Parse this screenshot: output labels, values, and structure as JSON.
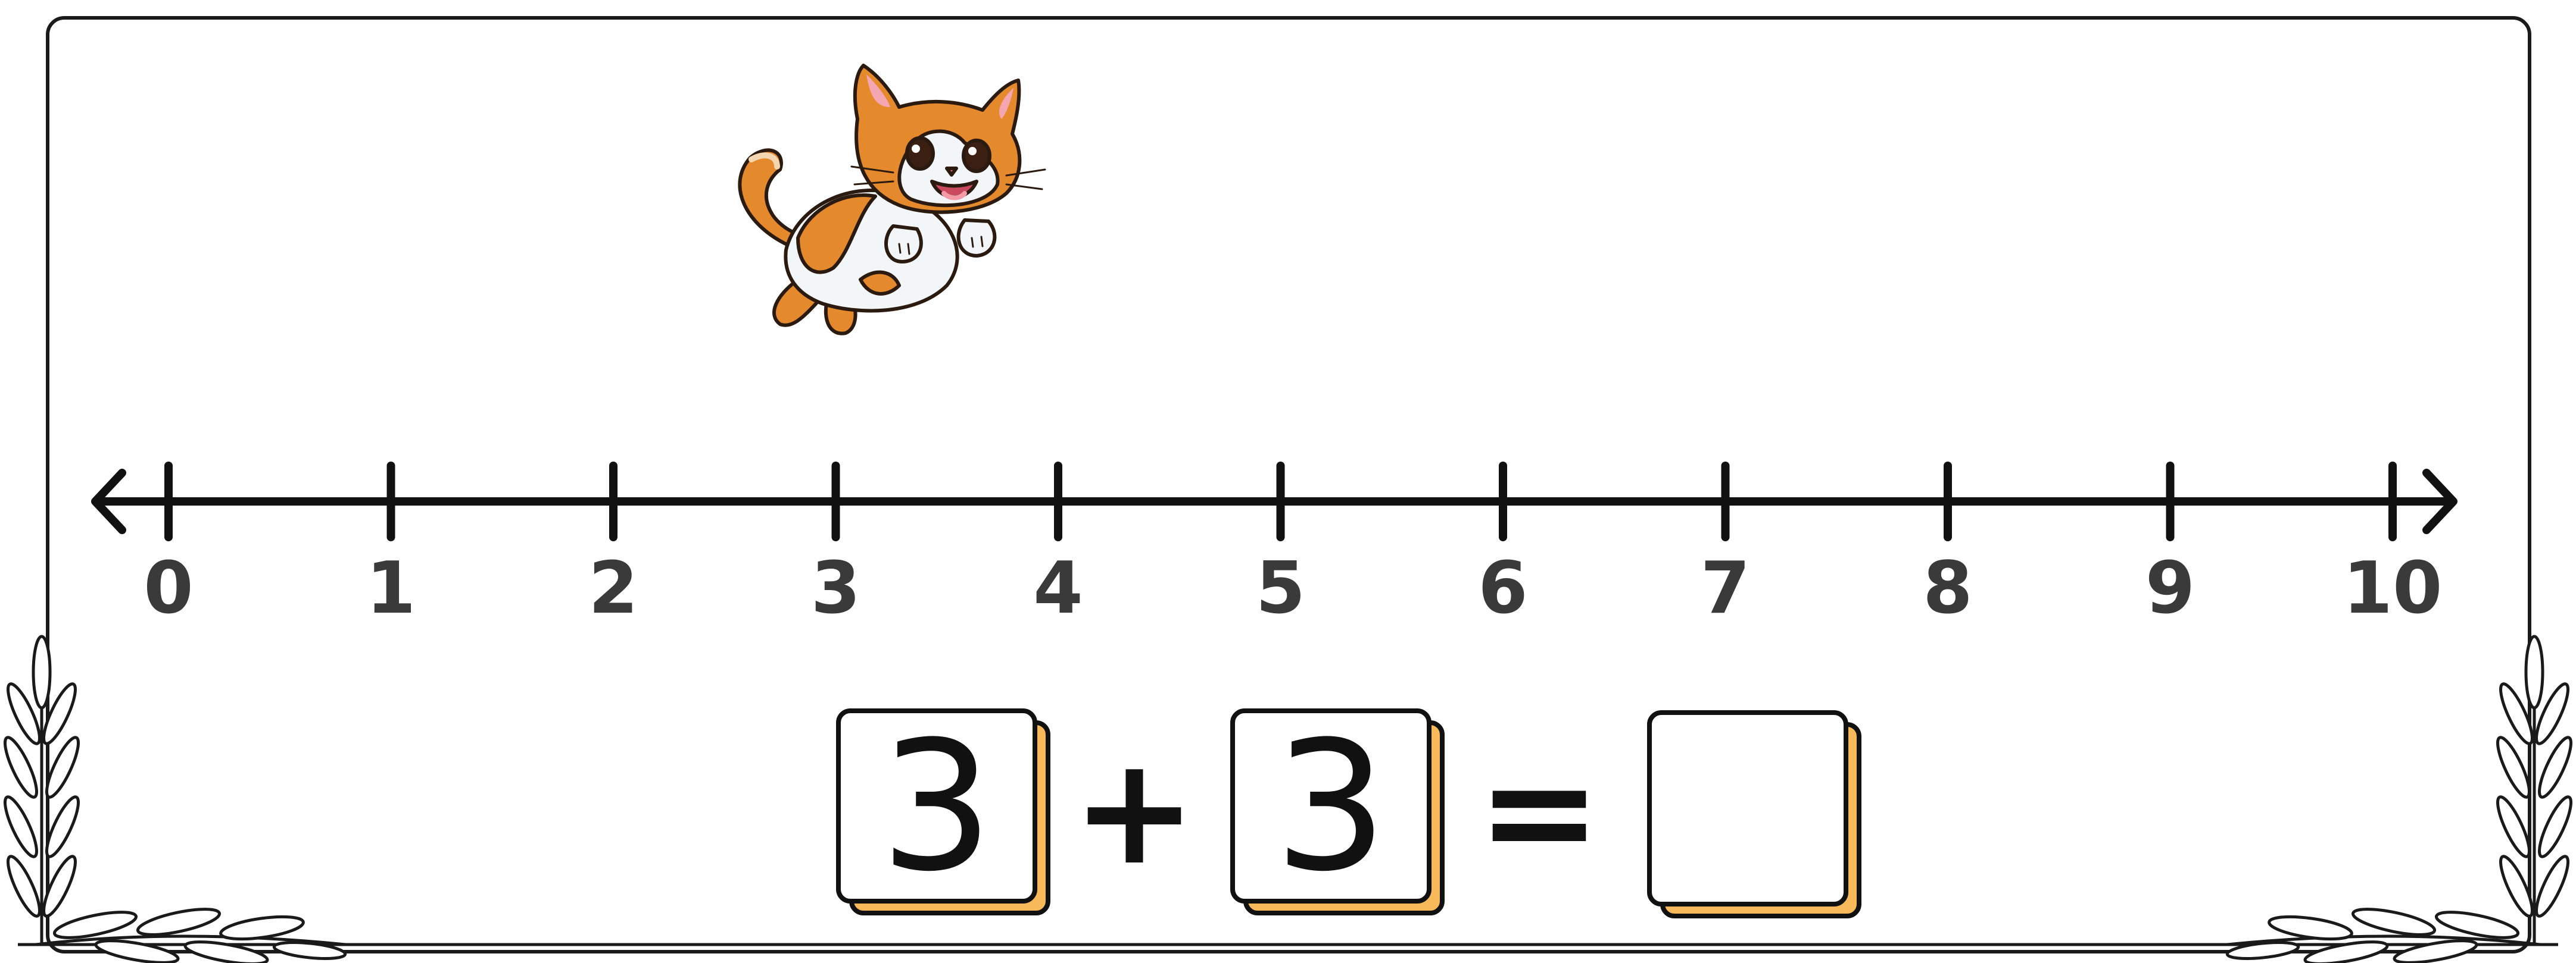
{
  "number_line": {
    "min": 0,
    "max": 10,
    "tick_labels": [
      "0",
      "1",
      "2",
      "3",
      "4",
      "5",
      "6",
      "7",
      "8",
      "9",
      "10"
    ]
  },
  "cat": {
    "icon": "jumping-cat-illustration",
    "position_value": 3
  },
  "equation": {
    "addend_1": "3",
    "plus_sign": "+",
    "addend_2": "3",
    "equals_sign": "=",
    "answer": ""
  },
  "colors": {
    "frame": "#1a1a1a",
    "box_shadow": "#f7b95a",
    "cat_orange": "#e58a2c"
  }
}
